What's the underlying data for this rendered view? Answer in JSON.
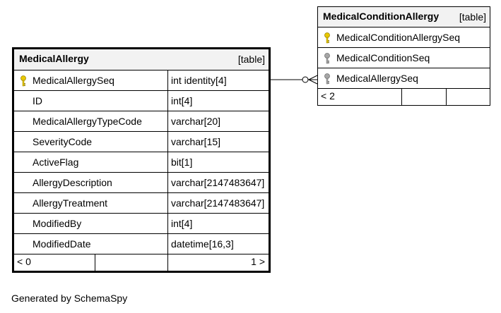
{
  "tables": {
    "medical_allergy": {
      "name": "MedicalAllergy",
      "type_label": "[table]",
      "columns": [
        {
          "name": "MedicalAllergySeq",
          "type": "int identity[4]",
          "key": "primary"
        },
        {
          "name": "ID",
          "type": "int[4]",
          "key": "none"
        },
        {
          "name": "MedicalAllergyTypeCode",
          "type": "varchar[20]",
          "key": "none"
        },
        {
          "name": "SeverityCode",
          "type": "varchar[15]",
          "key": "none"
        },
        {
          "name": "ActiveFlag",
          "type": "bit[1]",
          "key": "none"
        },
        {
          "name": "AllergyDescription",
          "type": "varchar[2147483647]",
          "key": "none"
        },
        {
          "name": "AllergyTreatment",
          "type": "varchar[2147483647]",
          "key": "none"
        },
        {
          "name": "ModifiedBy",
          "type": "int[4]",
          "key": "none"
        },
        {
          "name": "ModifiedDate",
          "type": "datetime[16,3]",
          "key": "none"
        }
      ],
      "footer": {
        "parents": "< 0",
        "middle": "",
        "children": "1 >"
      }
    },
    "medical_condition_allergy": {
      "name": "MedicalConditionAllergy",
      "type_label": "[table]",
      "columns": [
        {
          "name": "MedicalConditionAllergySeq",
          "key": "primary"
        },
        {
          "name": "MedicalConditionSeq",
          "key": "foreign"
        },
        {
          "name": "MedicalAllergySeq",
          "key": "foreign"
        }
      ],
      "footer": {
        "parents": "< 2",
        "middle": "",
        "children": ""
      }
    }
  },
  "relationship": {
    "from": "MedicalAllergy.MedicalAllergySeq",
    "to": "MedicalConditionAllergy.MedicalAllergySeq",
    "cardinality": "one-to-zero-or-many"
  },
  "colors": {
    "primary_key": "#e8c800",
    "foreign_key": "#a6a6a6",
    "header_bg": "#f2f2f2",
    "line": "#000000"
  },
  "credit": "Generated by SchemaSpy"
}
